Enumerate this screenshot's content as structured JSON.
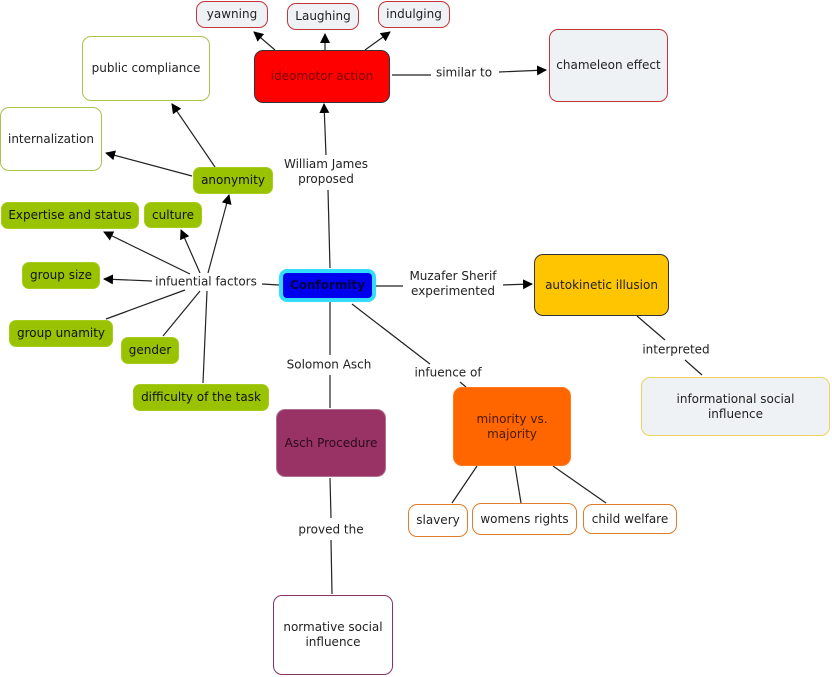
{
  "concept_map": {
    "colors": {
      "central_fill": "#0000ee",
      "central_border": "#33ddff",
      "ideomotor_fill": "#ff0000",
      "autokinetic_fill": "#ffc500",
      "minority_fill": "#ff6600",
      "asch_fill": "#993366",
      "factor_fill": "#99c300",
      "pale_fill": "#eef2f4"
    },
    "nodes": {
      "conformity": "Conformity",
      "ideomotor": "ideomotor action",
      "yawning": "yawning",
      "laughing": "Laughing",
      "indulging": "indulging",
      "chameleon": "chameleon effect",
      "public_compliance": "public compliance",
      "internalization": "internalization",
      "anonymity": "anonymity",
      "expertise": "Expertise and status",
      "culture": "culture",
      "group_size": "group size",
      "group_unamity": "group unamity",
      "gender": "gender",
      "difficulty": "difficulty of the task",
      "autokinetic": "autokinetic illusion",
      "informational": "informational social influence",
      "asch_procedure": "Asch Procedure",
      "normative": "normative social influence",
      "minority": "minority vs. majority",
      "slavery": "slavery",
      "womens_rights": "womens rights",
      "child_welfare": "child welfare"
    },
    "links": {
      "william_james": "William James proposed",
      "similar_to": "similar to",
      "influential_factors": "infuential factors",
      "muzafer_sherif": "Muzafer Sherif experimented",
      "interpreted": "interpreted",
      "solomon_asch": "Solomon Asch",
      "influence_of": "infuence of",
      "proved_the": "proved the"
    }
  }
}
